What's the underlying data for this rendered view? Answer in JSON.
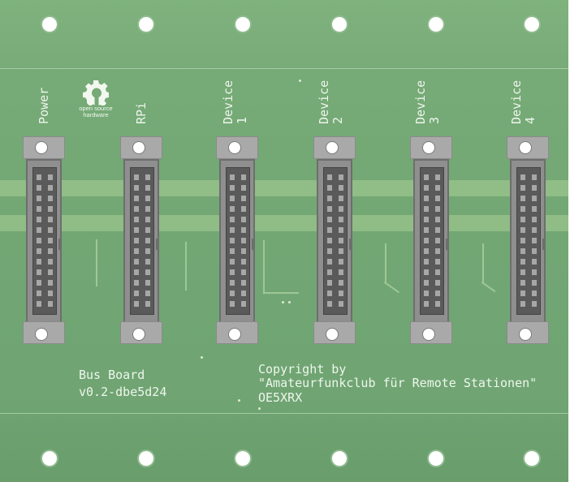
{
  "board": {
    "connectors": [
      {
        "label": "Power"
      },
      {
        "label": "RPi"
      },
      {
        "label": "Device\n1"
      },
      {
        "label": "Device\n2"
      },
      {
        "label": "Device\n3"
      },
      {
        "label": "Device\n4"
      }
    ],
    "logo": {
      "line1": "open source",
      "line2": "hardware"
    },
    "title": "Bus Board",
    "version": "v0.2-dbe5d24",
    "copyright": {
      "line1": "Copyright by",
      "line2": "\"Amateurfunkclub für Remote Stationen\"",
      "line3": "OE5XRX"
    },
    "colors": {
      "pcb": "#74a875",
      "silkscreen": "#eef5ec",
      "connector": "#8f8f8f"
    }
  }
}
